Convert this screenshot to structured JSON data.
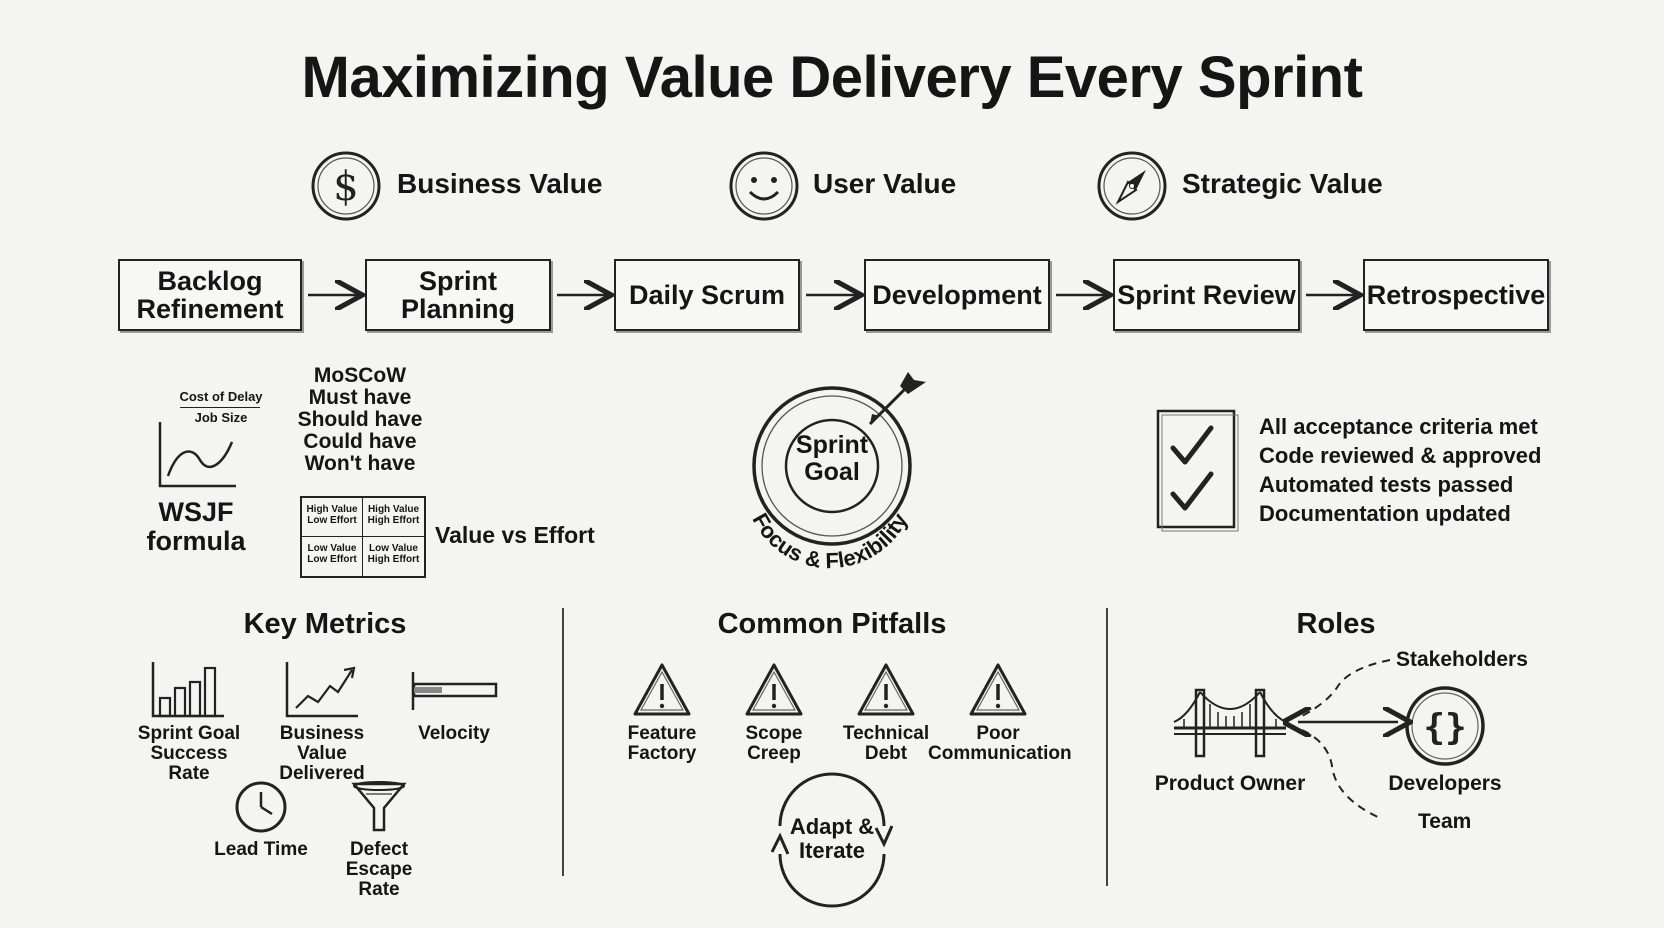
{
  "title": "Maximizing Value Delivery Every Sprint",
  "value_types": [
    {
      "label": "Business Value",
      "icon": "dollar-icon"
    },
    {
      "label": "User Value",
      "icon": "smiley-icon"
    },
    {
      "label": "Strategic Value",
      "icon": "compass-icon"
    }
  ],
  "steps": [
    {
      "line1": "Backlog",
      "line2": "Refinement"
    },
    {
      "line1": "Sprint",
      "line2": "Planning"
    },
    {
      "line1": "Daily Scrum",
      "line2": ""
    },
    {
      "line1": "Development",
      "line2": ""
    },
    {
      "line1": "Sprint Review",
      "line2": ""
    },
    {
      "line1": "Retrospective",
      "line2": ""
    }
  ],
  "wsjf": {
    "numerator": "Cost of Delay",
    "denominator": "Job Size",
    "label_line1": "WSJF",
    "label_line2": "formula"
  },
  "moscow": {
    "title": "MoSCoW",
    "items": [
      "Must have",
      "Should have",
      "Could have",
      "Won't have"
    ]
  },
  "matrix": {
    "cells": [
      [
        "High Value",
        "Low Effort"
      ],
      [
        "High Value",
        "High Effort"
      ],
      [
        "Low Value",
        "Low Effort"
      ],
      [
        "Low Value",
        "High Effort"
      ]
    ],
    "label": "Value vs Effort"
  },
  "sprint_goal": {
    "line1": "Sprint",
    "line2": "Goal",
    "arc_text": "Focus & Flexibility"
  },
  "definition_of_done": [
    "All acceptance criteria met",
    "Code reviewed & approved",
    "Automated tests passed",
    "Documentation updated"
  ],
  "key_metrics": {
    "title": "Key Metrics",
    "items": [
      {
        "line1": "Sprint Goal",
        "line2": "Success Rate",
        "icon": "bar-chart-icon"
      },
      {
        "line1": "Business Value",
        "line2": "Delivered",
        "icon": "line-chart-icon"
      },
      {
        "line1": "Velocity",
        "line2": "",
        "icon": "velocity-bar-icon"
      },
      {
        "line1": "Lead Time",
        "line2": "",
        "icon": "clock-icon"
      },
      {
        "line1": "Defect Escape",
        "line2": "Rate",
        "icon": "funnel-icon"
      }
    ]
  },
  "pitfalls": {
    "title": "Common Pitfalls",
    "items": [
      {
        "line1": "Feature",
        "line2": "Factory"
      },
      {
        "line1": "Scope",
        "line2": "Creep"
      },
      {
        "line1": "Technical",
        "line2": "Debt"
      },
      {
        "line1": "Poor",
        "line2": "Communication"
      }
    ],
    "cycle_line1": "Adapt &",
    "cycle_line2": "Iterate"
  },
  "roles": {
    "title": "Roles",
    "product_owner": "Product Owner",
    "developers": "Developers",
    "stakeholders": "Stakeholders",
    "team": "Team"
  }
}
